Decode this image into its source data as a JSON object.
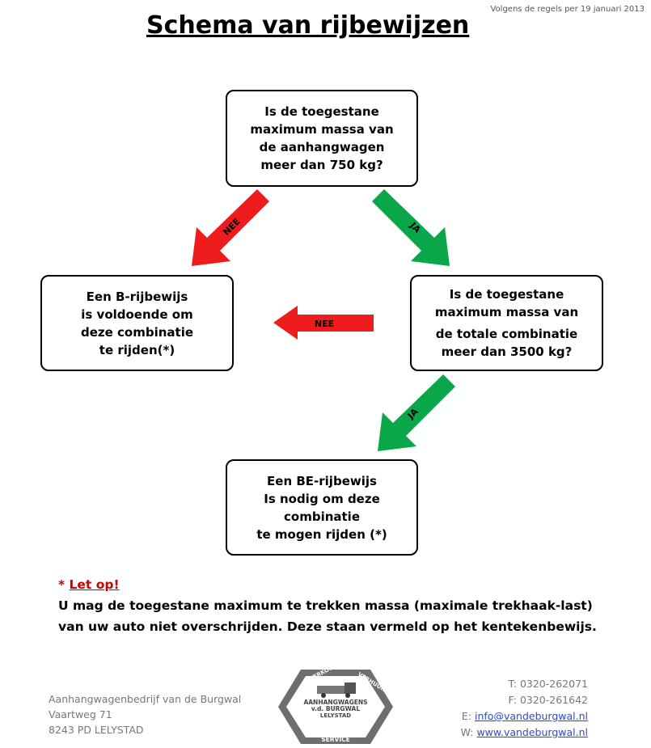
{
  "header": {
    "date_note": "Volgens de regels per 19 januari 2013",
    "title": "Schema van rijbewijzen"
  },
  "nodes": {
    "q1": [
      "Is de toegestane",
      "maximum massa van",
      "de aanhangwagen",
      "meer dan 750 kg?"
    ],
    "b_license": [
      "Een B-rijbewijs",
      "is voldoende om",
      "deze combinatie",
      "te rijden(*)"
    ],
    "q2": [
      "Is de toegestane",
      "maximum massa van",
      "de totale combinatie",
      "meer dan 3500 kg?"
    ],
    "be_license": [
      "Een BE-rijbewijs",
      "Is nodig om deze",
      "combinatie",
      "te mogen rijden (*)"
    ]
  },
  "edges": {
    "q1_no": "NEE",
    "q1_yes": "JA",
    "q2_no": "NEE",
    "q2_yes": "JA"
  },
  "colors": {
    "no": "#ee1c1c",
    "yes": "#0aa64a",
    "note_red": "#cc0000",
    "link": "#2a4bd0",
    "footer_text": "#777777"
  },
  "note": {
    "star": "*",
    "heading": "Let op!",
    "line1": "U mag de toegestane maximum te trekken massa (maximale trekhaak-last)",
    "line2": "van uw auto niet overschrijden. Deze staan vermeld op het kentekenbewijs."
  },
  "footer": {
    "company": "Aanhangwagenbedrijf van de Burgwal",
    "street": "Vaartweg 71",
    "city": "8243 PD  LELYSTAD",
    "phone": "T: 0320-262071",
    "fax": "F: 0320-261642",
    "email_label": "E:",
    "email": "info@vandeburgwal.nl",
    "web_label": "W:",
    "web": "www.vandeburgwal.nl",
    "logo": {
      "top": "VERKOOP",
      "right": "VERHUUR",
      "line1": "AANHANGWAGENS",
      "line2": "v.d. BURGWAL",
      "line3": "LELYSTAD",
      "bottom": "SERVICE"
    }
  }
}
